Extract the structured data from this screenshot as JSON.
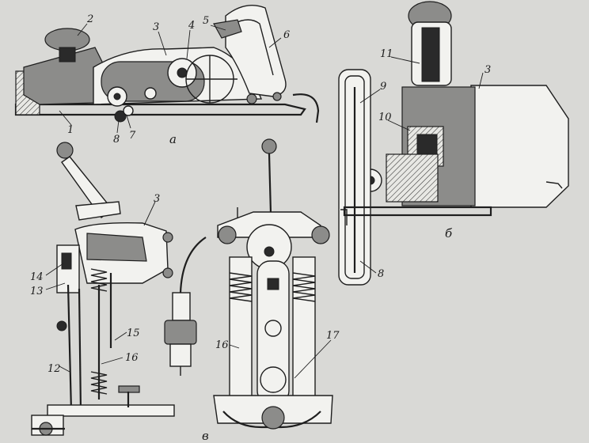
{
  "views": [
    {
      "id": "a",
      "caption": "а"
    },
    {
      "id": "b",
      "caption": "б"
    },
    {
      "id": "v",
      "caption": "в"
    }
  ],
  "callouts": {
    "view_a": [
      "1",
      "2",
      "3",
      "4",
      "5",
      "6",
      "7",
      "8"
    ],
    "view_b": [
      "11",
      "3",
      "9",
      "10",
      "8"
    ],
    "view_v_left": [
      "3",
      "14",
      "13",
      "15",
      "16",
      "12"
    ],
    "view_v_right": [
      "16",
      "17"
    ]
  },
  "colors": {
    "paper": "#d9d9d6",
    "ink": "#1e1e1e"
  }
}
